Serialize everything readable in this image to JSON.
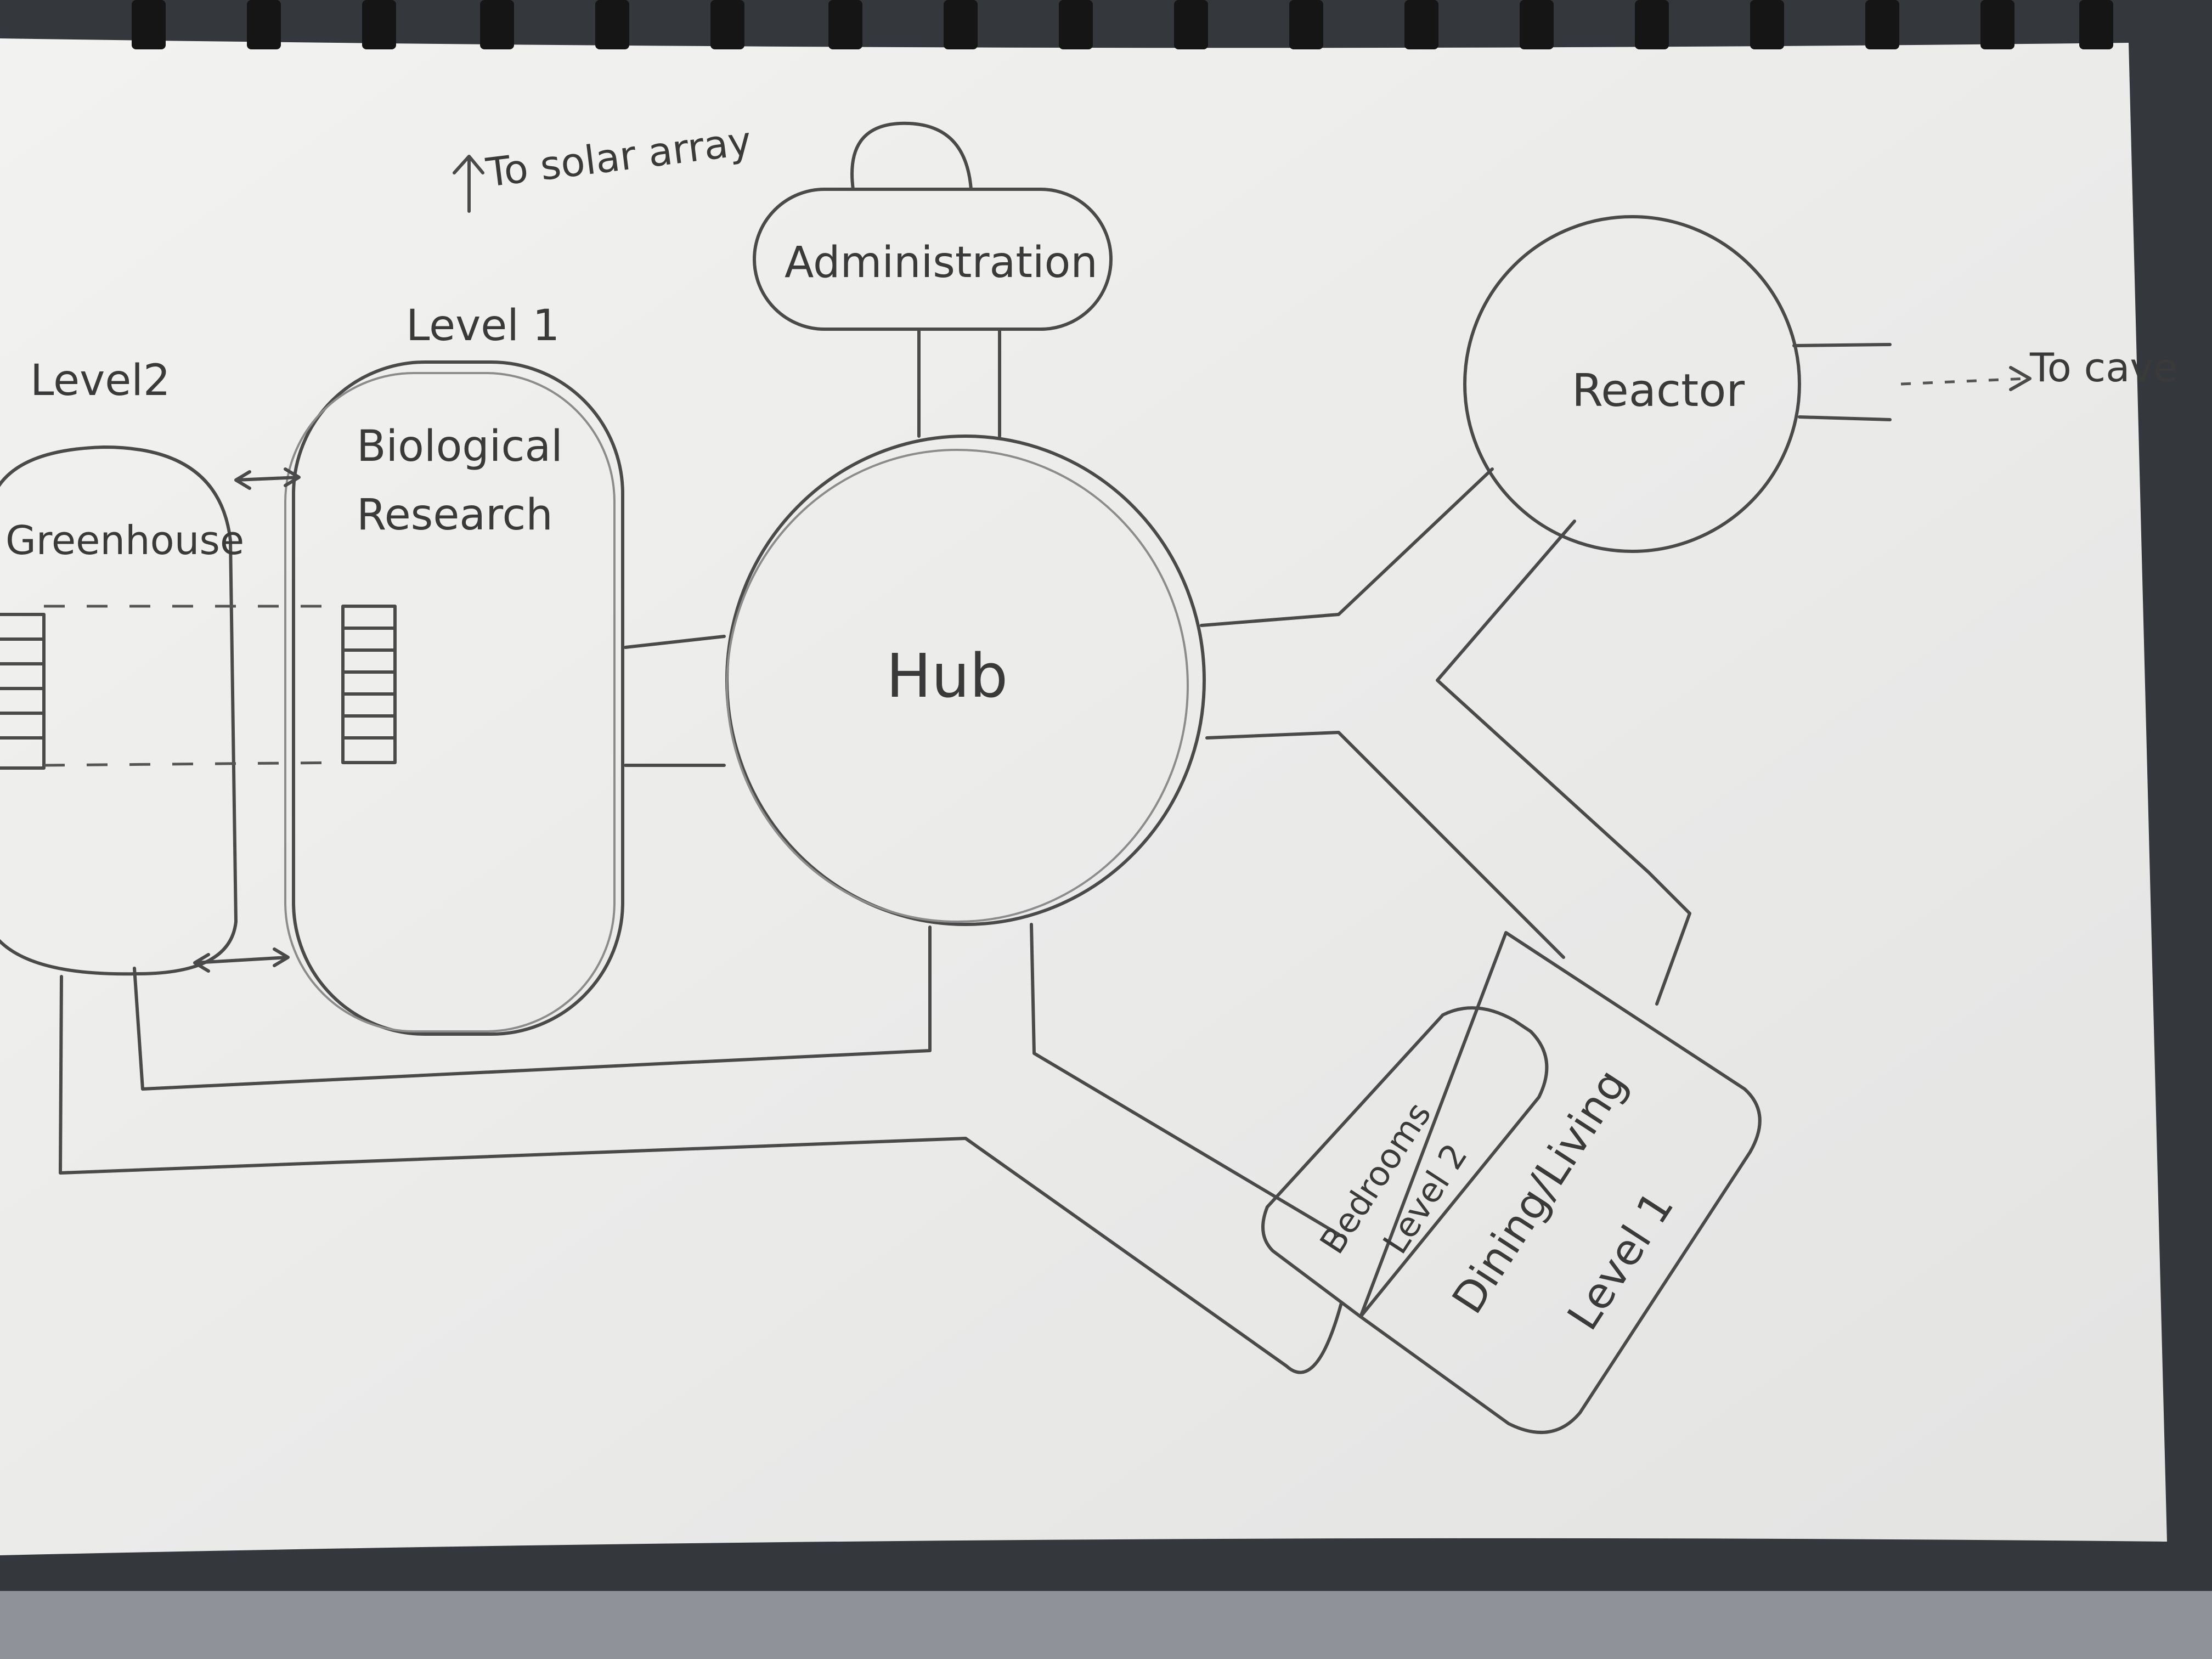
{
  "diagram": {
    "notes": {
      "solar": "To solar array",
      "cave": "To cave"
    },
    "rooms": {
      "administration": "Administration",
      "hub": "Hub",
      "reactor": "Reactor",
      "greenhouse": "Greenhouse",
      "greenhouse_level": "Level2",
      "bio_line1": "Biological",
      "bio_line2": "Research",
      "bio_level": "Level 1",
      "bedrooms": "Bedrooms",
      "bedrooms_level": "Level 2",
      "dining": "Dining/Living",
      "dining_level": "Level 1"
    }
  }
}
